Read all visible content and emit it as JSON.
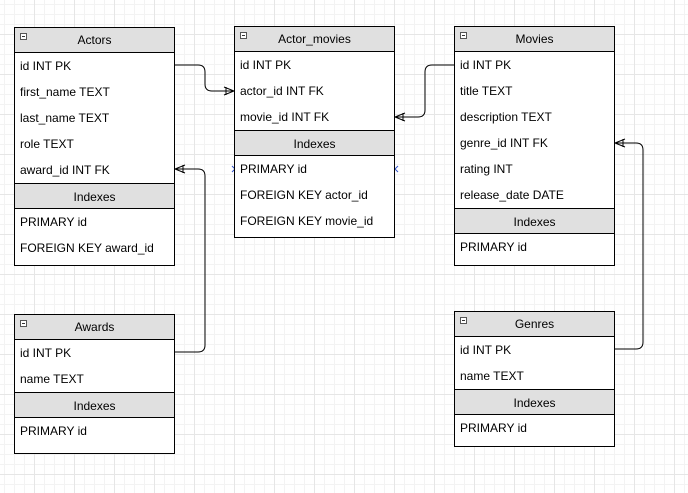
{
  "tables": {
    "actors": {
      "title": "Actors",
      "fields": [
        "id INT PK",
        "first_name TEXT",
        "last_name TEXT",
        "role TEXT",
        "award_id INT FK"
      ],
      "indexes_label": "Indexes",
      "indexes": [
        "PRIMARY id",
        "FOREIGN KEY award_id"
      ]
    },
    "actor_movies": {
      "title": "Actor_movies",
      "fields": [
        "id INT PK",
        "actor_id INT FK",
        "movie_id INT FK"
      ],
      "indexes_label": "Indexes",
      "indexes": [
        "PRIMARY id",
        "FOREIGN KEY actor_id",
        "FOREIGN KEY movie_id"
      ]
    },
    "movies": {
      "title": "Movies",
      "fields": [
        "id INT PK",
        "title TEXT",
        "description TEXT",
        "genre_id INT FK",
        "rating INT",
        "release_date DATE"
      ],
      "indexes_label": "Indexes",
      "indexes": [
        "PRIMARY id"
      ]
    },
    "awards": {
      "title": "Awards",
      "fields": [
        "id INT PK",
        "name TEXT"
      ],
      "indexes_label": "Indexes",
      "indexes": [
        "PRIMARY id"
      ]
    },
    "genres": {
      "title": "Genres",
      "fields": [
        "id INT PK",
        "name TEXT"
      ],
      "indexes_label": "Indexes",
      "indexes": [
        "PRIMARY id"
      ]
    }
  },
  "relationships": [
    {
      "from": "actors.id",
      "to": "actor_movies.actor_id",
      "type": "one-to-many"
    },
    {
      "from": "movies.id",
      "to": "actor_movies.movie_id",
      "type": "one-to-many"
    },
    {
      "from": "awards.id",
      "to": "actors.award_id",
      "type": "one-to-many"
    },
    {
      "from": "genres.id",
      "to": "movies.genre_id",
      "type": "one-to-many"
    }
  ]
}
